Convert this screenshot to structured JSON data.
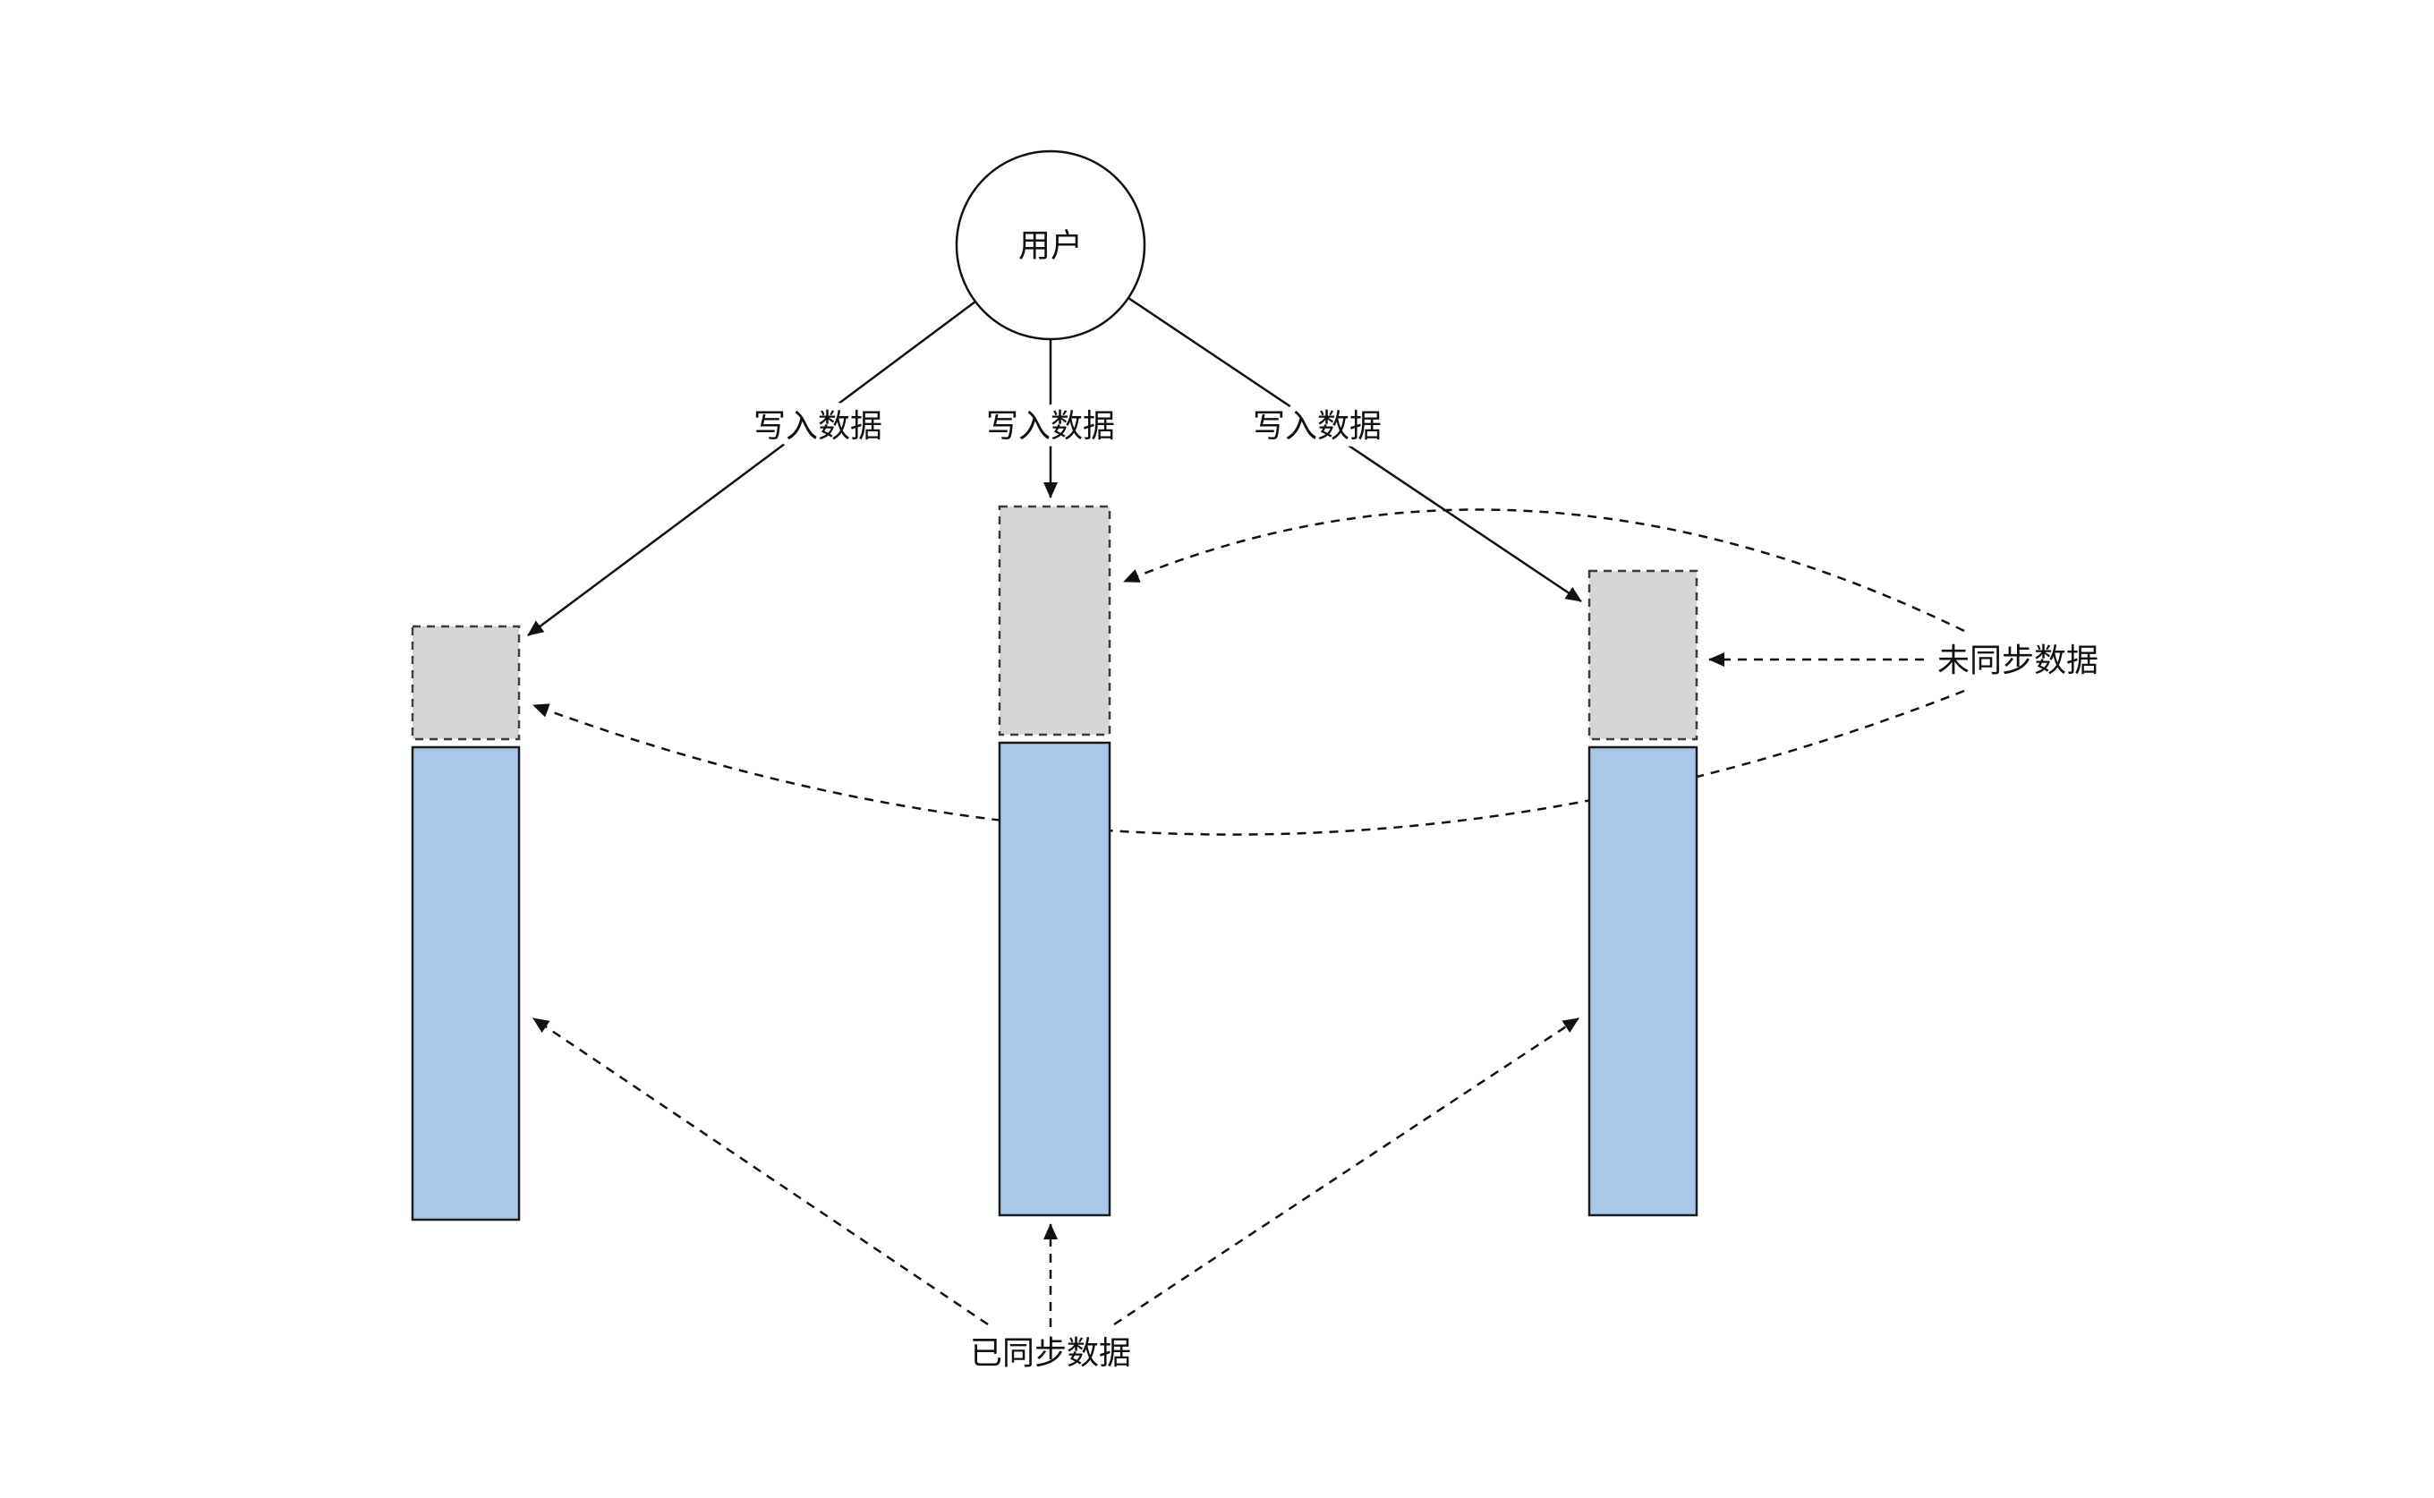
{
  "diagram": {
    "user": {
      "label": "用户"
    },
    "write_labels": [
      "写入数据",
      "写入数据",
      "写入数据"
    ],
    "unsynced_label": "未同步数据",
    "synced_label": "已同步数据",
    "colors": {
      "synced_fill": "#a9c7e8",
      "unsynced_fill": "#d6d6d6",
      "line": "#111111",
      "background": "#ffffff"
    }
  }
}
